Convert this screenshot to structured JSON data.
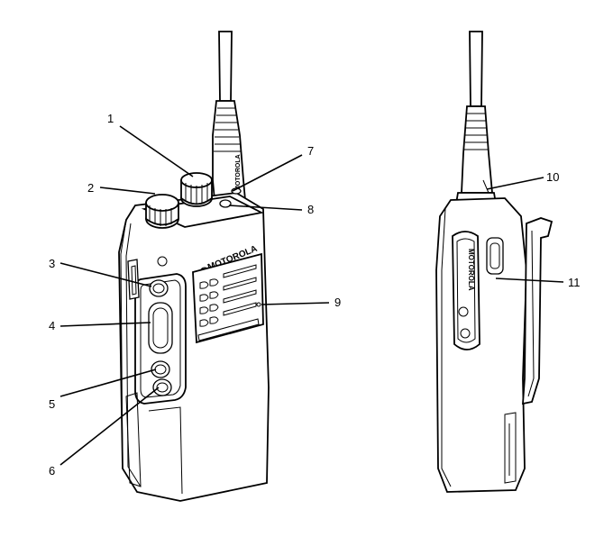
{
  "front_view": {
    "brand_text": "MOTOROLA",
    "antenna_brand_text": "MOTOROLA"
  },
  "side_view": {
    "brand_text": "MOTOROLA"
  },
  "callouts": [
    {
      "id": "1",
      "label": "1"
    },
    {
      "id": "2",
      "label": "2"
    },
    {
      "id": "3",
      "label": "3"
    },
    {
      "id": "4",
      "label": "4"
    },
    {
      "id": "5",
      "label": "5"
    },
    {
      "id": "6",
      "label": "6"
    },
    {
      "id": "7",
      "label": "7"
    },
    {
      "id": "8",
      "label": "8"
    },
    {
      "id": "9",
      "label": "9"
    },
    {
      "id": "10",
      "label": "10"
    },
    {
      "id": "11",
      "label": "11"
    }
  ]
}
